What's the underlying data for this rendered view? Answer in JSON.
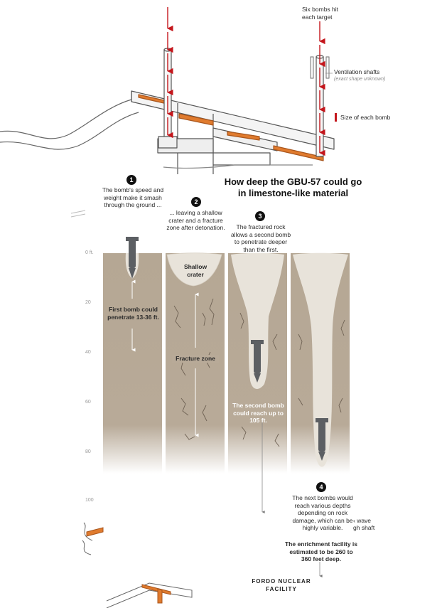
{
  "title": "How deep the GBU-57 could go in limestone-like material",
  "top_annotations": {
    "six_bombs": "Six bombs hit each target",
    "ventilation_shafts": "Ventilation shafts",
    "exact_shape": "(exact shape unknown)",
    "bomb_size": "Size of each bomb"
  },
  "steps": [
    {
      "number": "1",
      "text": "The bomb's speed and weight make it smash through the ground ..."
    },
    {
      "number": "2",
      "text": "... leaving a shallow crater and a fracture zone after detonation."
    },
    {
      "number": "3",
      "text": "The fractured rock allows a second bomb to penetrate deeper than the first."
    },
    {
      "number": "4",
      "text": "The next bombs would reach various depths depending on rock damage, which can be highly variable."
    }
  ],
  "panel_labels": {
    "first_bomb": "First bomb could penetrate 13-36 ft.",
    "shallow_crater": "Shallow crater",
    "fracture_zone": "Fracture zone",
    "second_bomb": "The second bomb could reach up to 105 ft."
  },
  "depth_axis": [
    "0 ft.",
    "20",
    "40",
    "60",
    "80",
    "100"
  ],
  "depth_values": [
    0,
    20,
    40,
    60,
    80,
    100
  ],
  "partial_labels": {
    "wave": "‹ wave",
    "shaft": "gh shaft"
  },
  "enrichment": "The enrichment facility is estimated to be 260 to 360 feet deep.",
  "facility_name": "FORDO NUCLEAR FACILITY",
  "colors": {
    "rock": "#b8aa98",
    "rock_dark": "#a89a88",
    "crack": "#6e6153",
    "fracture_fill": "#e8e3da",
    "bomb": "#5c5f63",
    "arrow_red": "#c4161c",
    "orange": "#e07b2e"
  }
}
